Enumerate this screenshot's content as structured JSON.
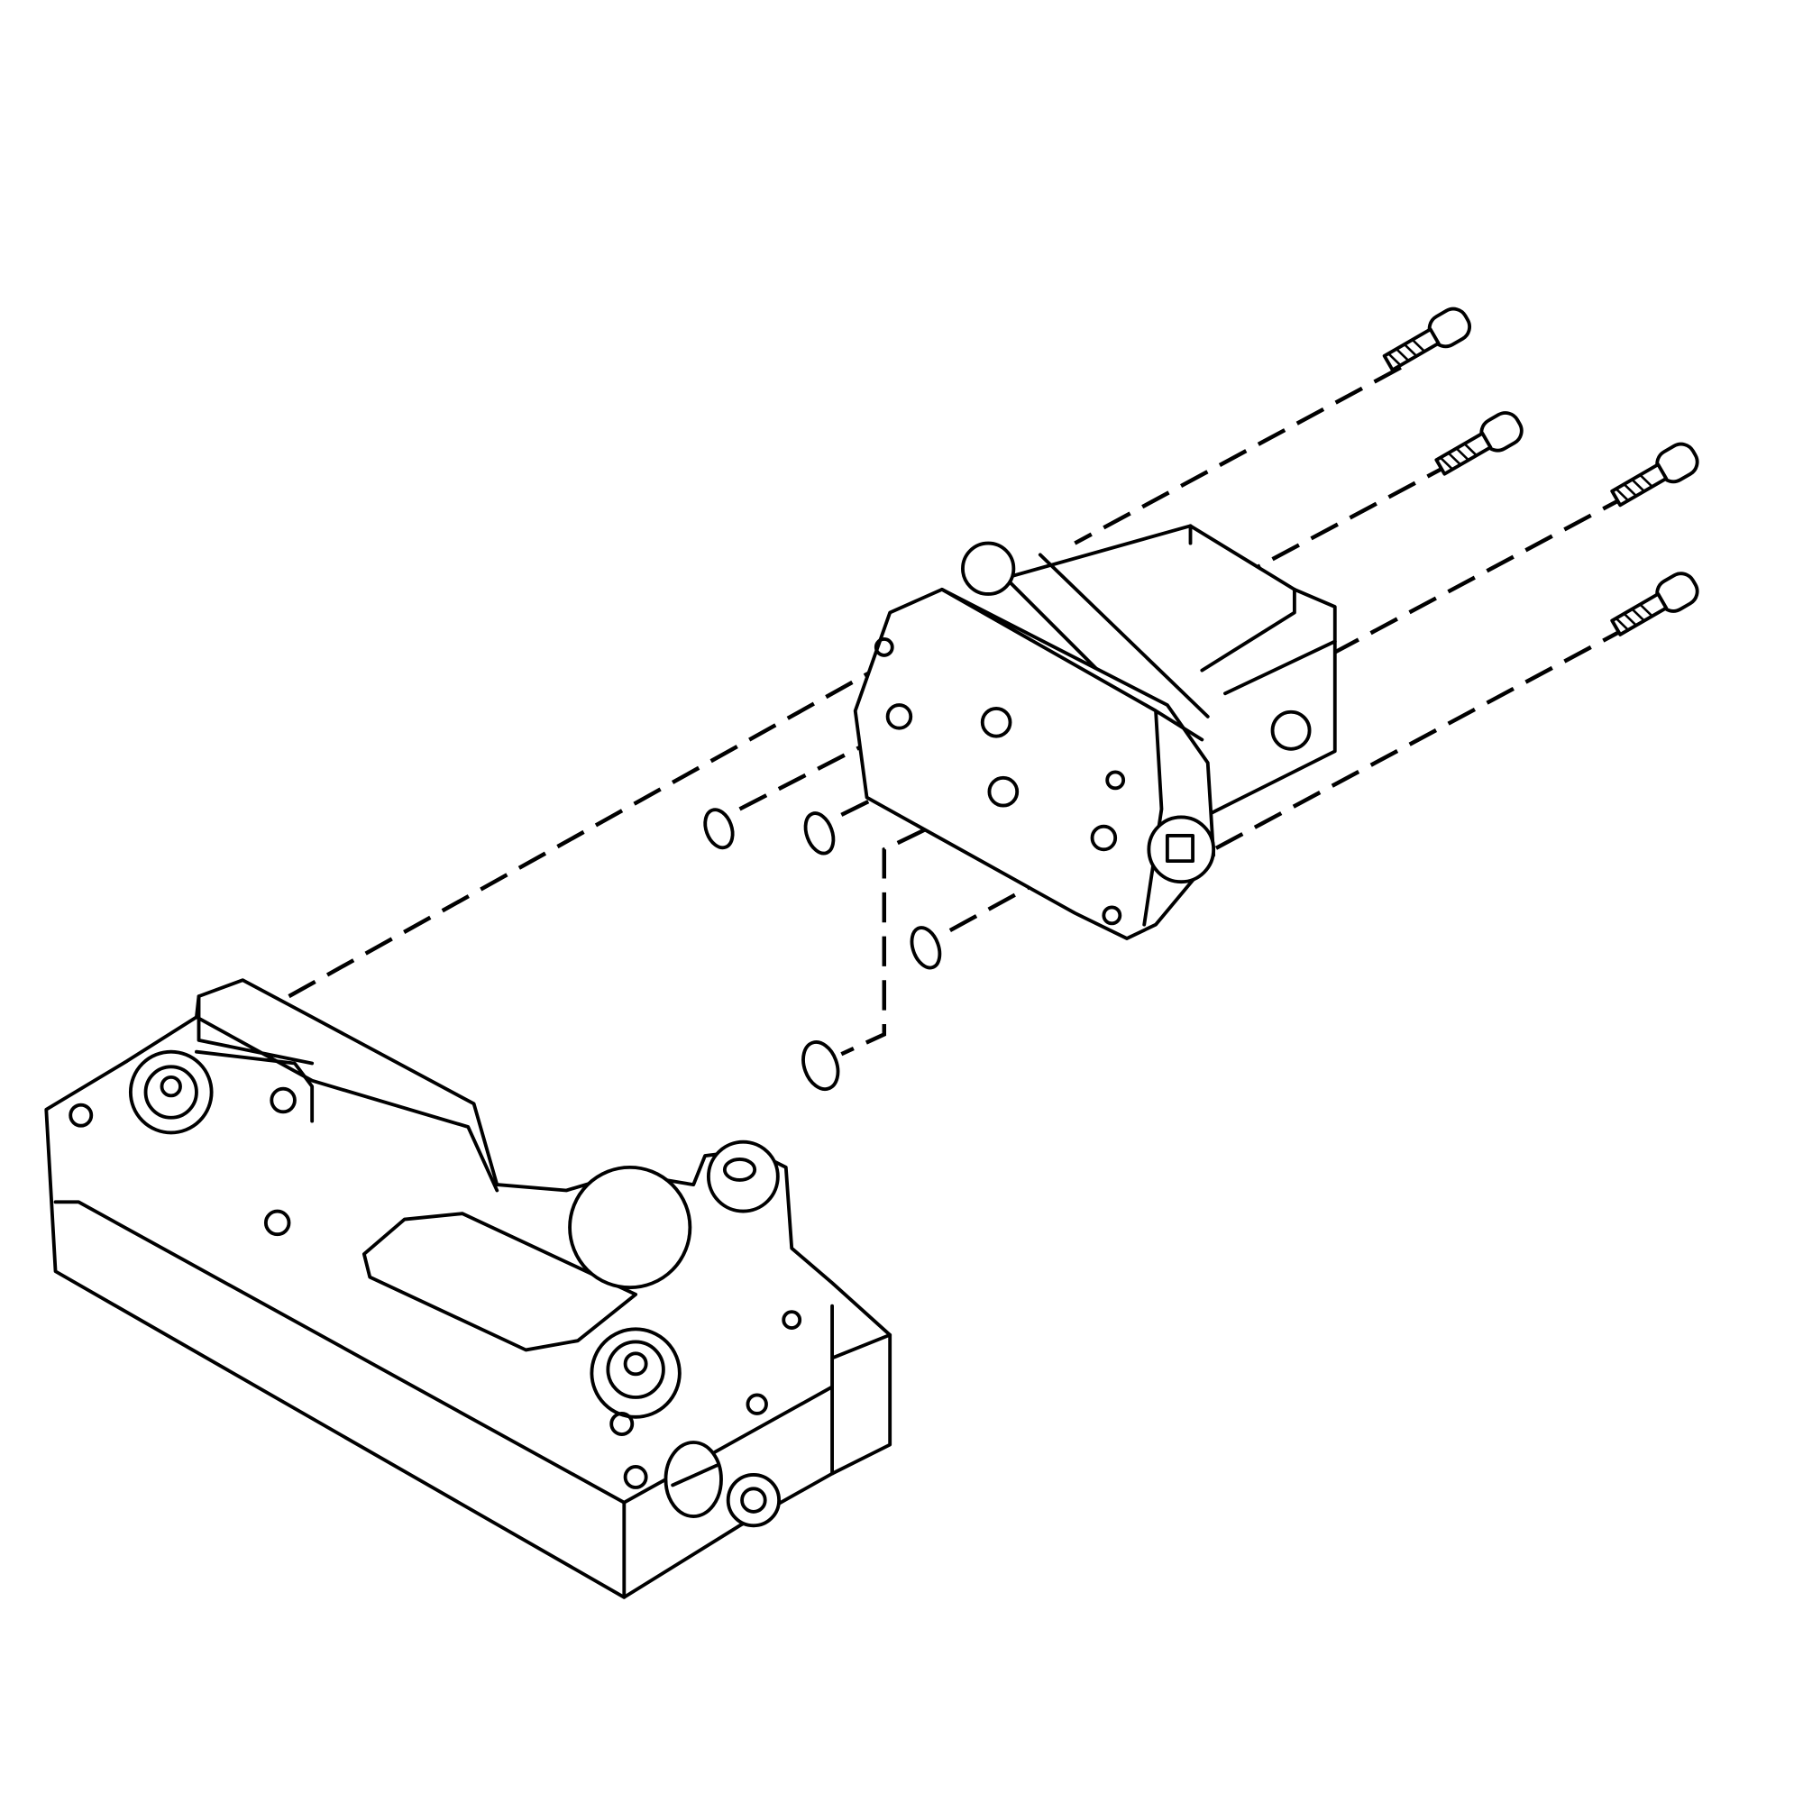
{
  "diagram": {
    "type": "exploded-assembly-line-drawing",
    "colors": {
      "line": "#000000",
      "background": "#ffffff"
    },
    "parts": [
      "housing",
      "pump-body",
      "screws",
      "o-rings"
    ],
    "screw_count": 4,
    "o_ring_count": 4
  }
}
